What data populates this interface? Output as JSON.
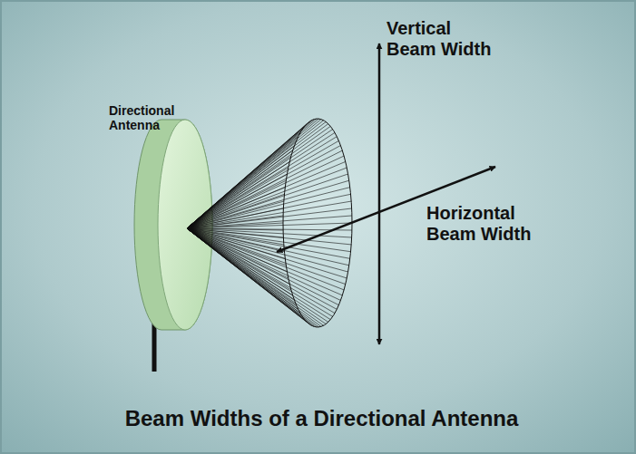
{
  "diagram": {
    "caption": "Beam Widths of a Directional Antenna",
    "labels": [
      "Directional Antenna",
      "Vertical Beam Width",
      "Horizontal Beam Width"
    ]
  }
}
